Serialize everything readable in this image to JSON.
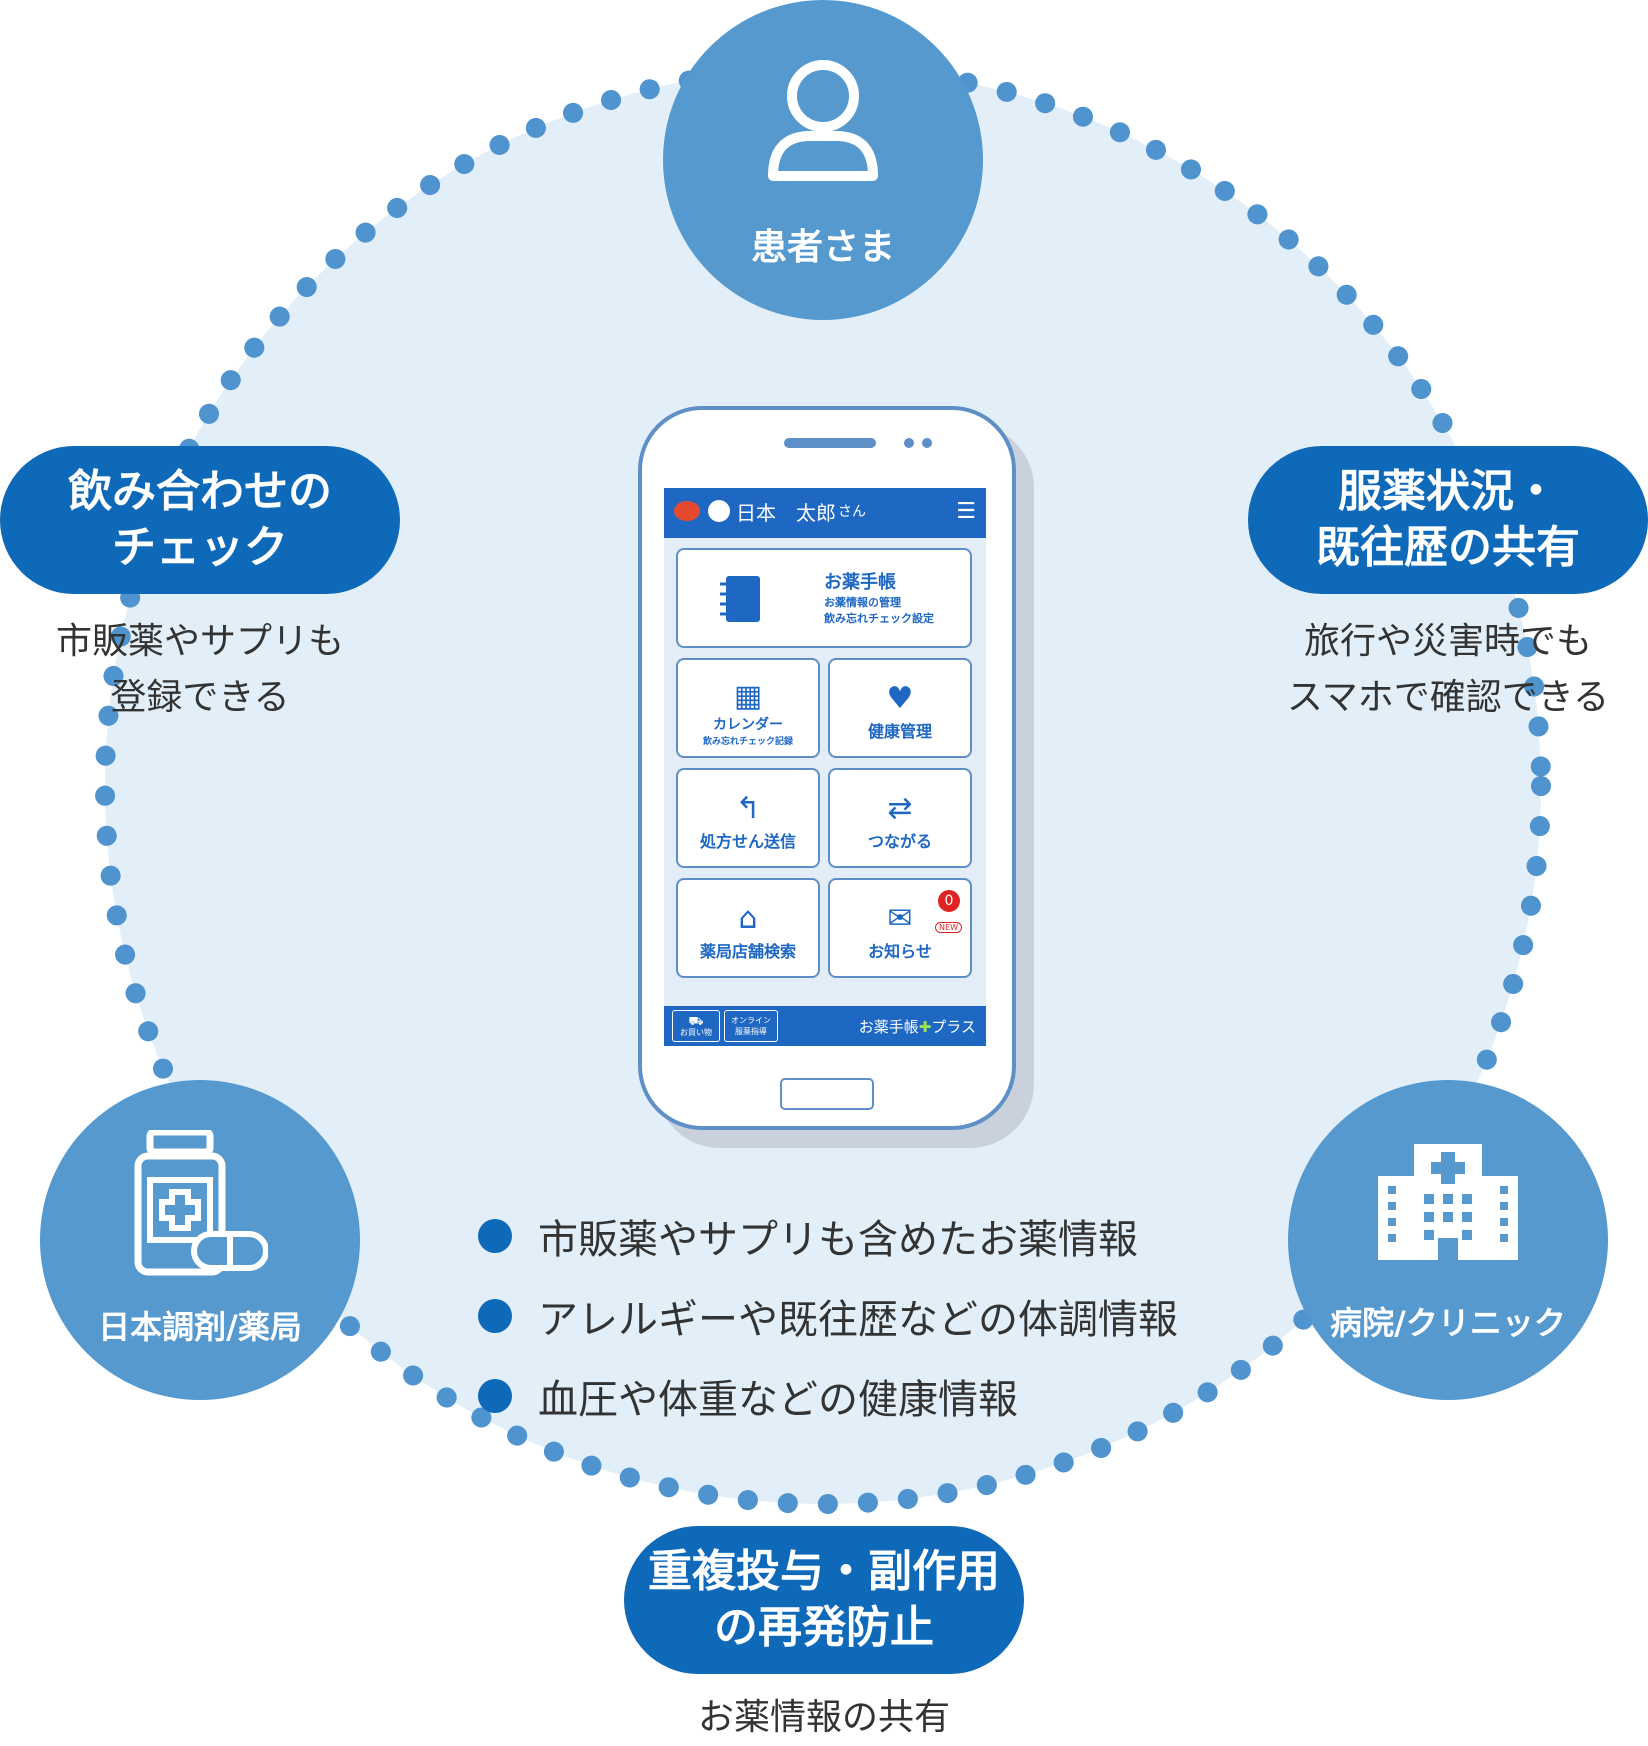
{
  "nodes": {
    "patient": {
      "label": "患者さま",
      "icon": "person-icon"
    },
    "pharmacy": {
      "label": "日本調剤/薬局",
      "icon": "medicine-bottle-icon"
    },
    "hospital": {
      "label": "病院/クリニック",
      "icon": "hospital-building-icon"
    }
  },
  "features": {
    "interaction": {
      "line1": "飲み合わせの",
      "line2": "チェック",
      "sub1": "市販薬やサプリも",
      "sub2": "登録できる"
    },
    "sharing": {
      "line1": "服薬状況・",
      "line2": "既往歴の共有",
      "sub1": "旅行や災害時でも",
      "sub2": "スマホで確認できる"
    },
    "prevention": {
      "line1": "重複投与・副作用",
      "line2": "の再発防止",
      "sub1": "お薬情報の共有"
    }
  },
  "bullets": [
    "市販薬やサプリも含めたお薬情報",
    "アレルギーや既往歴などの体調情報",
    "血圧や体重などの健康情報"
  ],
  "phone": {
    "user_name": "日本　太郎",
    "user_suffix": "さん",
    "notebook": {
      "title": "お薬手帳",
      "sub1": "お薬情報の管理",
      "sub2": "飲み忘れチェック設定"
    },
    "tiles": {
      "calendar": {
        "title": "カレンダー",
        "sub": "飲み忘れチェック記録"
      },
      "health": {
        "title": "健康管理"
      },
      "prescription": {
        "title": "処方せん送信"
      },
      "connect": {
        "title": "つながる"
      },
      "store_search": {
        "title": "薬局店舗検索"
      },
      "notice": {
        "title": "お知らせ",
        "badge": "0",
        "new_label": "NEW"
      }
    },
    "bottom": {
      "shop": "お買い物",
      "online_1": "オンライン",
      "online_2": "服薬指導",
      "brand_1": "お薬手帳",
      "brand_2": "プラス"
    }
  },
  "colors": {
    "node": "#5599cf",
    "pill": "#0f69b9",
    "bg": "#e3eff8",
    "dots": "#4f93cf",
    "screen": "#1e67c3"
  }
}
